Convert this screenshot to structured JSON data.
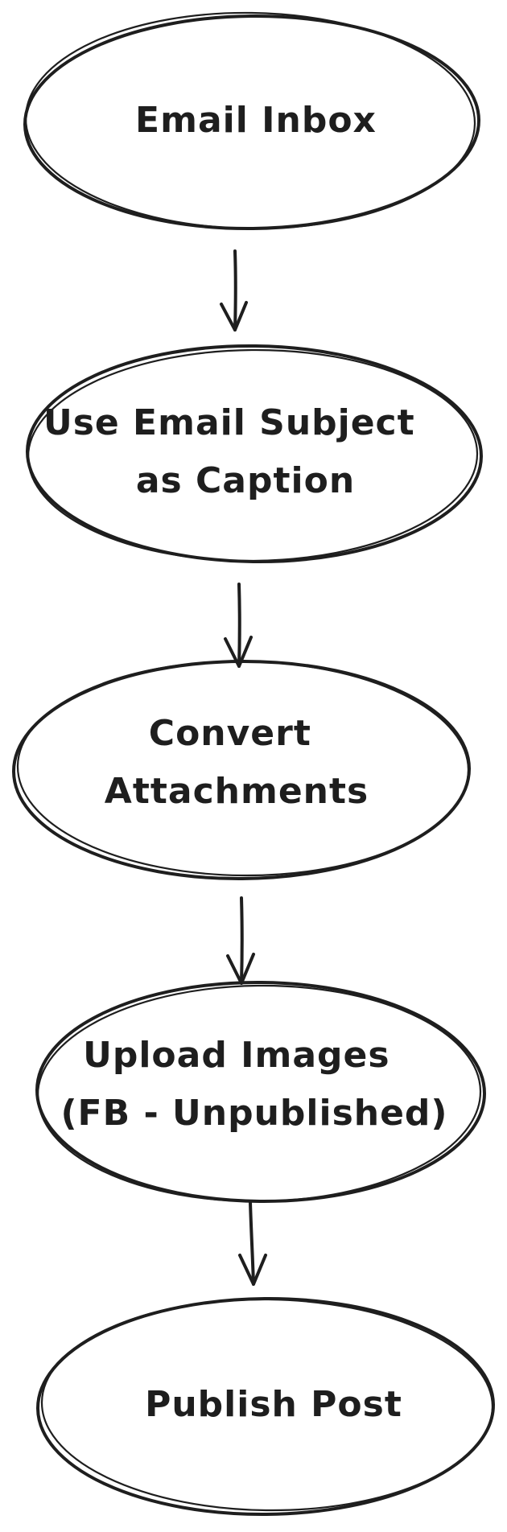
{
  "diagram": {
    "type": "flowchart",
    "nodes": [
      {
        "id": "email-inbox",
        "lines": [
          "Email Inbox"
        ]
      },
      {
        "id": "use-subject-caption",
        "lines": [
          "Use Email Subject",
          "as Caption"
        ]
      },
      {
        "id": "convert-attachments",
        "lines": [
          "Convert",
          "Attachments"
        ]
      },
      {
        "id": "upload-images",
        "lines": [
          "Upload Images",
          "(FB - Unpublished)"
        ]
      },
      {
        "id": "publish-post",
        "lines": [
          "Publish Post"
        ]
      }
    ],
    "edges": [
      {
        "from": "email-inbox",
        "to": "use-subject-caption"
      },
      {
        "from": "use-subject-caption",
        "to": "convert-attachments"
      },
      {
        "from": "convert-attachments",
        "to": "upload-images"
      },
      {
        "from": "upload-images",
        "to": "publish-post"
      }
    ],
    "colors": {
      "stroke": "#1e1e1e",
      "background": "#ffffff"
    }
  }
}
